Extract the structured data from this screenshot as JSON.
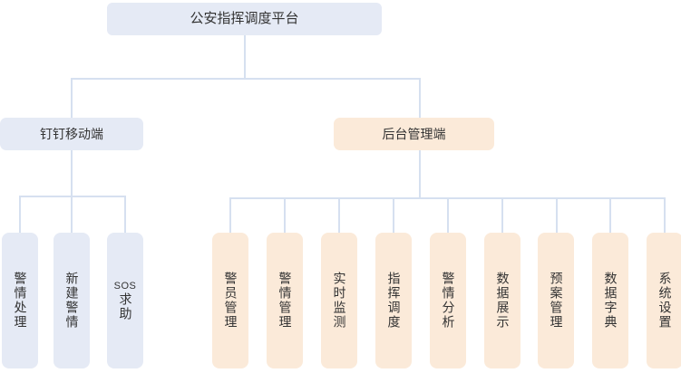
{
  "diagram": {
    "type": "org-chart",
    "title": "公安指挥调度平台",
    "colors": {
      "node_blue": "#e5eaf5",
      "node_peach": "#fbead9",
      "connector": "#d6e0f0",
      "text": "#333333",
      "background": "#ffffff"
    },
    "root": {
      "label": "公安指挥调度平台"
    },
    "branches": [
      {
        "label": "钉钉移动端",
        "style": "blue",
        "children": [
          {
            "label": "警情处理"
          },
          {
            "label": "新建警情"
          },
          {
            "label": "SOS求助",
            "latin_prefix": "SOS",
            "cjk_suffix": "求助"
          }
        ]
      },
      {
        "label": "后台管理端",
        "style": "peach",
        "children": [
          {
            "label": "警员管理"
          },
          {
            "label": "警情管理"
          },
          {
            "label": "实时监测"
          },
          {
            "label": "指挥调度"
          },
          {
            "label": "警情分析"
          },
          {
            "label": "数据展示"
          },
          {
            "label": "预案管理"
          },
          {
            "label": "数据字典"
          },
          {
            "label": "系统设置"
          }
        ]
      }
    ]
  }
}
